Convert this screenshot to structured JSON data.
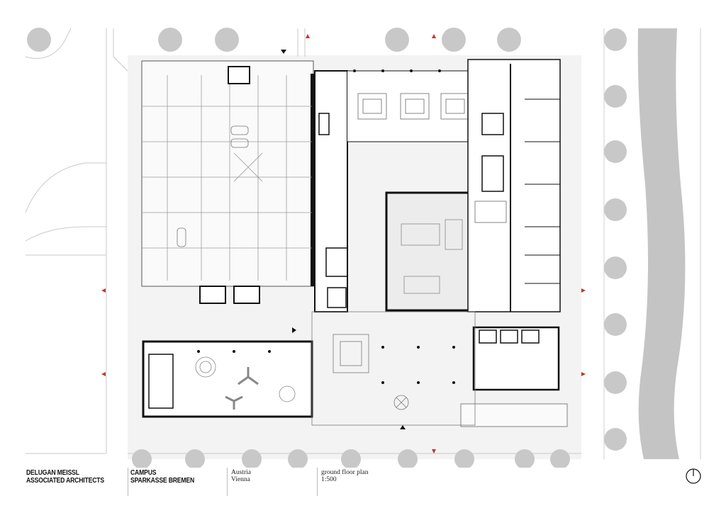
{
  "footer": {
    "firm": [
      "DELUGAN MEISSL",
      "ASSOCIATED ARCHITECTS"
    ],
    "project": [
      "CAMPUS",
      "SPARKASSE BREMEN"
    ],
    "location": [
      "Austria",
      "Vienna"
    ],
    "drawing": [
      "ground floor plan",
      "1:500"
    ]
  },
  "icons": {
    "north_arrow": "north-arrow-icon"
  },
  "colors": {
    "wall": "#111111",
    "tree": "#c8c8c8",
    "water": "#c4c4c4",
    "section_marker": "#c0392b",
    "ground": "#f2f2f2"
  }
}
